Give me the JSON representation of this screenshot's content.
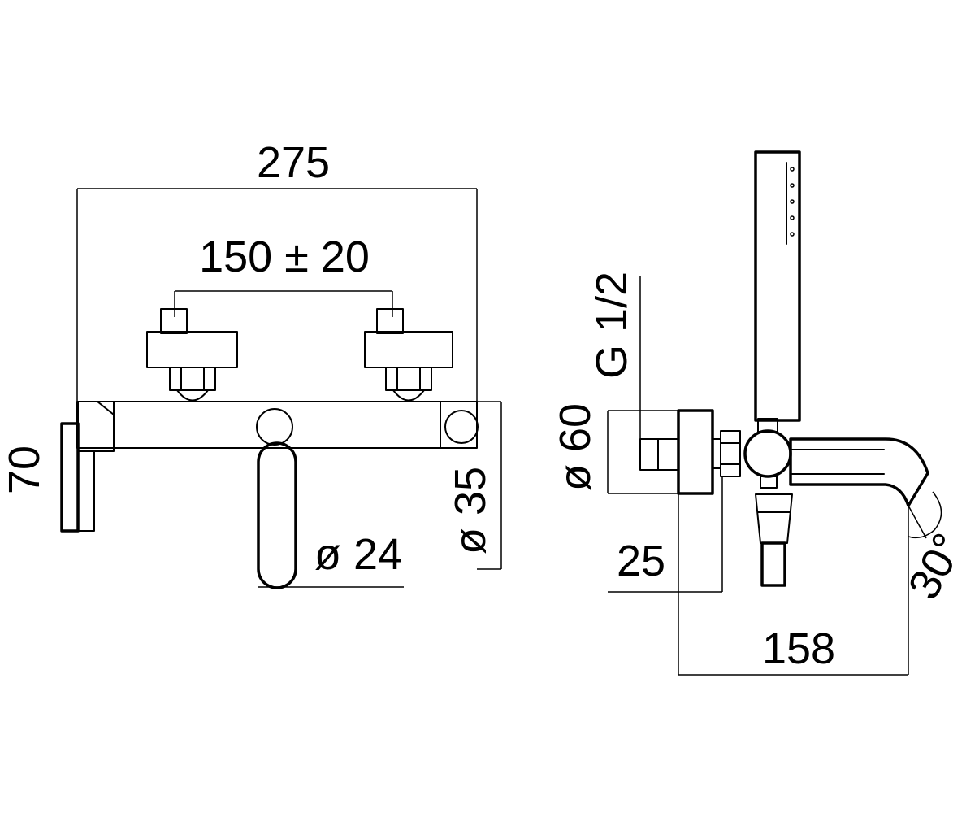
{
  "dimensions": {
    "overall_width": "275",
    "inlet_spacing": "150 ± 20",
    "height": "70",
    "lever_diameter": "ø 24",
    "body_diameter": "ø 35",
    "connection_thread": "G 1/2",
    "flange_diameter": "ø 60",
    "wall_offset": "25",
    "projection": "158",
    "spout_angle": "30°"
  }
}
